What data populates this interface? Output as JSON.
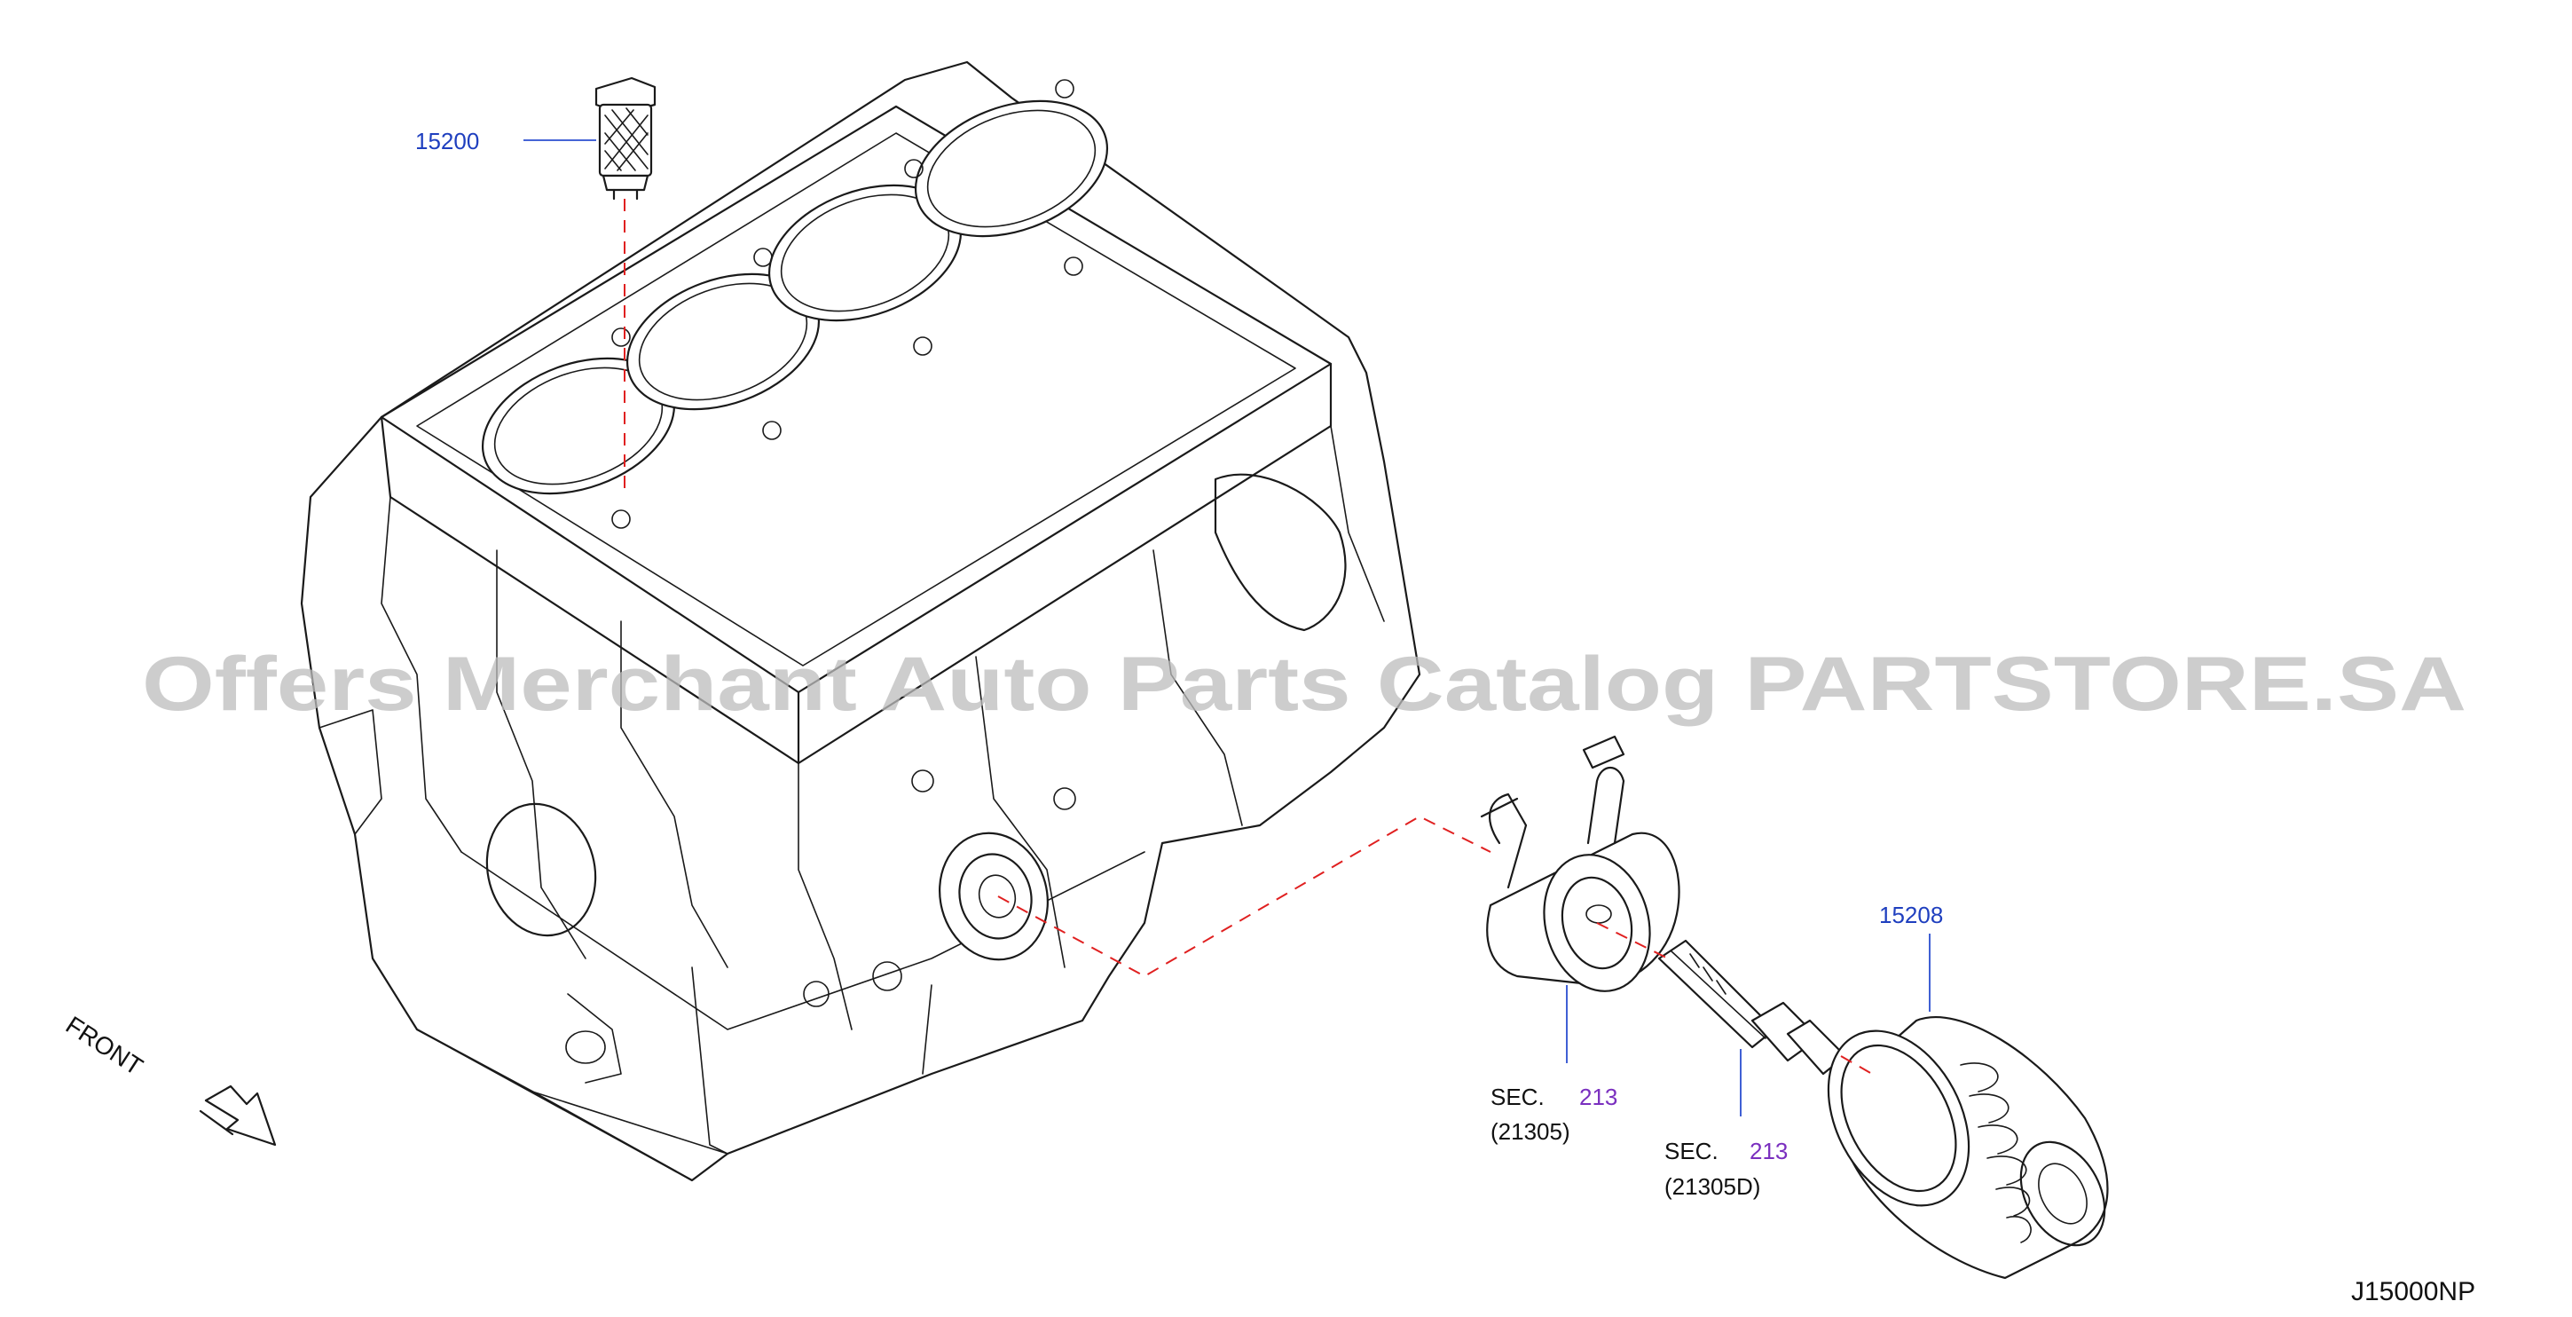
{
  "diagram": {
    "drawing_code": "J15000NP",
    "front_label": "FRONT",
    "watermark": "Offers Merchant Auto Parts Catalog PARTSTORE.SA",
    "parts": [
      {
        "number": "15200"
      },
      {
        "number": "15208"
      }
    ],
    "section_refs": [
      {
        "prefix": "SEC.",
        "number": "213",
        "sub": "(21305)"
      },
      {
        "prefix": "SEC.",
        "number": "213",
        "sub": "(21305D)"
      }
    ],
    "colors": {
      "part_number": "#1f3fbf",
      "section_number": "#7a2fbf",
      "leader_dash": "#e02020",
      "outline": "#1a1a1a",
      "watermark": "#bdbdbd"
    }
  }
}
